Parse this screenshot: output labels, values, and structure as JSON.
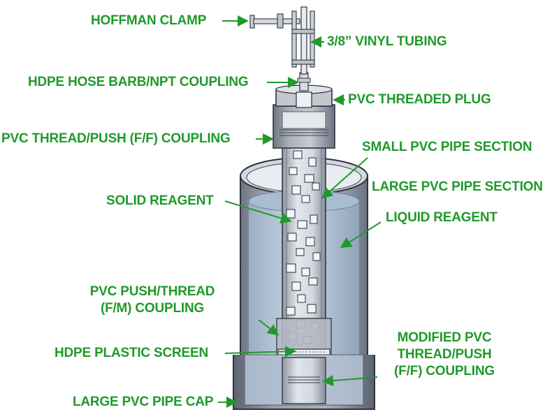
{
  "colors": {
    "label": "#1f9a2a",
    "liquid": "#b7c9dc",
    "pipe_dark": "#7c8390",
    "pipe_mid": "#b9bec7",
    "pipe_light": "#dde1e7",
    "outline": "#2f333a"
  },
  "labels": {
    "hoffman_clamp": "HOFFMAN CLAMP",
    "vinyl_tubing": "3/8” VINYL TUBING",
    "hose_barb": "HDPE HOSE BARB/NPT COUPLING",
    "threaded_plug": "PVC THREADED PLUG",
    "thread_push_coupling": "PVC THREAD/PUSH (F/F) COUPLING",
    "small_pipe": "SMALL PVC PIPE SECTION",
    "large_pipe": "LARGE PVC PIPE SECTION",
    "solid_reagent": "SOLID REAGENT",
    "liquid_reagent": "LIQUID REAGENT",
    "push_thread_coupling_1": "PVC PUSH/THREAD",
    "push_thread_coupling_2": "(F/M) COUPLING",
    "plastic_screen": "HDPE PLASTIC SCREEN",
    "modified_coupling_1": "MODIFIED PVC",
    "modified_coupling_2": "THREAD/PUSH",
    "modified_coupling_3": "(F/F) COUPLING",
    "pipe_cap": "LARGE PVC PIPE CAP"
  }
}
